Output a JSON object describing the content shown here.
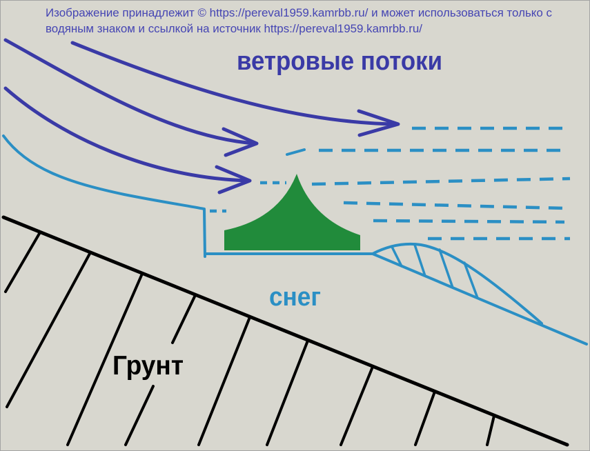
{
  "watermark": [
    "Изображение принадлежит © https://pereval1959.kamrbb.ru/ и может использоваться только с",
    "водяным знаком и ссылкой на источник https://pereval1959.kamrbb.ru/"
  ],
  "labels": {
    "wind_flows": "ветровые потоки",
    "snow": "снег",
    "ground": "Грунт"
  },
  "colors": {
    "background": "#d8d7cf",
    "frame": "#a3a3a3",
    "watermark_text": "#4545b3",
    "wind_arrows": "#3a3aa6",
    "snow": "#2b8fc4",
    "tent": "#218b3b",
    "ground": "#000000"
  }
}
